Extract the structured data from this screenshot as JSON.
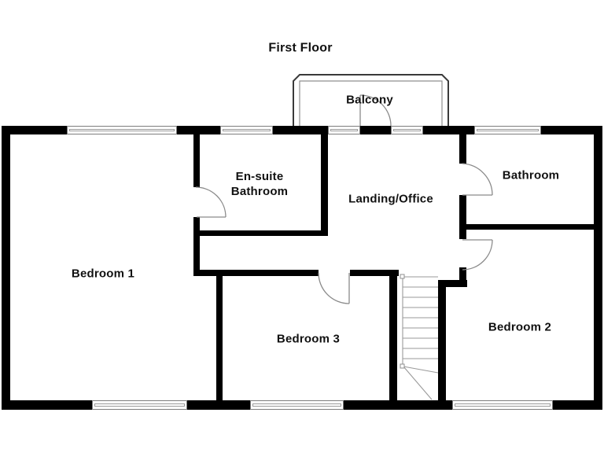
{
  "title": "First Floor",
  "rooms": {
    "balcony": "Balcony",
    "ensuite_line1": "En-suite",
    "ensuite_line2": "Bathroom",
    "landing": "Landing/Office",
    "bathroom": "Bathroom",
    "bedroom1": "Bedroom 1",
    "bedroom2": "Bedroom 2",
    "bedroom3": "Bedroom 3"
  },
  "colors": {
    "wall": "#000000",
    "line": "#8a8a8a",
    "balcony": "#3a3a3a",
    "text": "#111111",
    "bg": "#ffffff"
  }
}
